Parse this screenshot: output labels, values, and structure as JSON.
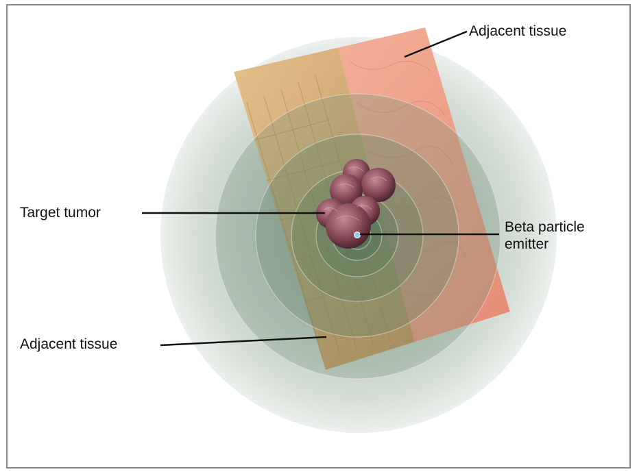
{
  "labels": {
    "adjacent_tissue_top": "Adjacent tissue",
    "target_tumor": "Target tumor",
    "beta_particle_emitter": "Beta particle emitter",
    "adjacent_tissue_bottom": "Adjacent tissue"
  },
  "colors": {
    "frame_border": "#8a8a8a",
    "sphere_green": "#7f9a85",
    "tissue_tan": "#c9a46c",
    "tissue_pink": "#e8a088",
    "tumor": "#8a4a58",
    "emitter": "#8fd0ee",
    "leader_line": "#111111"
  }
}
